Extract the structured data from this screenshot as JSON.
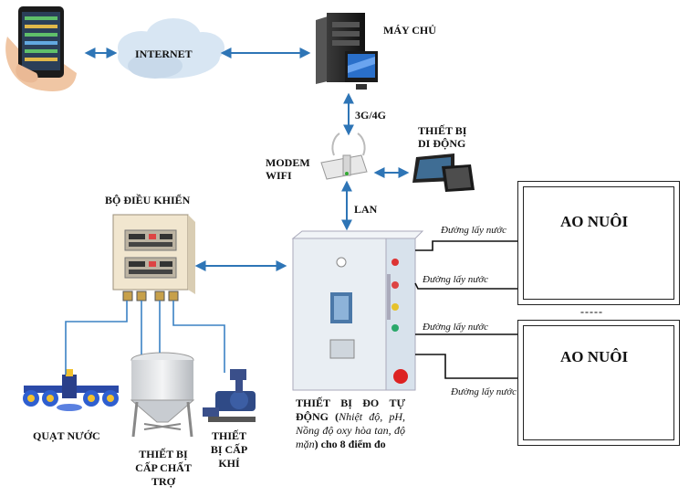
{
  "nodes": {
    "internet": "INTERNET",
    "server": "MÁY CHỦ",
    "link_3g4g": "3G/4G",
    "modem_line1": "MODEM",
    "modem_line2": "WIFI",
    "mobile_line1": "THIẾT BỊ",
    "mobile_line2": "DI ĐỘNG",
    "lan": "LAN",
    "controller": "BỘ ĐIỀU KHIỂN",
    "aerator": "QUẠT NƯỚC",
    "feeder_line1": "THIẾT BỊ",
    "feeder_line2": "CẤP CHẤT",
    "feeder_line3": "TRỢ",
    "blower_line1": "THIẾT",
    "blower_line2": "BỊ CẤP",
    "blower_line3": "KHÍ"
  },
  "device": {
    "title_part1": "THIẾT BỊ ĐO TỰ ĐỘNG (",
    "params": "Nhiệt độ, pH, Nồng độ oxy hòa tan, độ mặn",
    "title_part2": ") cho 8 điểm đo"
  },
  "ponds": [
    {
      "title": "AO NUÔI",
      "pipes": [
        "Đường lấy nước",
        "Đường lấy nước"
      ]
    },
    {
      "title": "AO NUÔI",
      "pipes": [
        "Đường lấy nước",
        "Đường lấy nước"
      ]
    }
  ],
  "ellipsis": "-----",
  "colors": {
    "arrow": "#2e75b6",
    "wire": "#3b82c4",
    "cabinet": "#dde6ef",
    "controller_box": "#f1e6cf"
  }
}
